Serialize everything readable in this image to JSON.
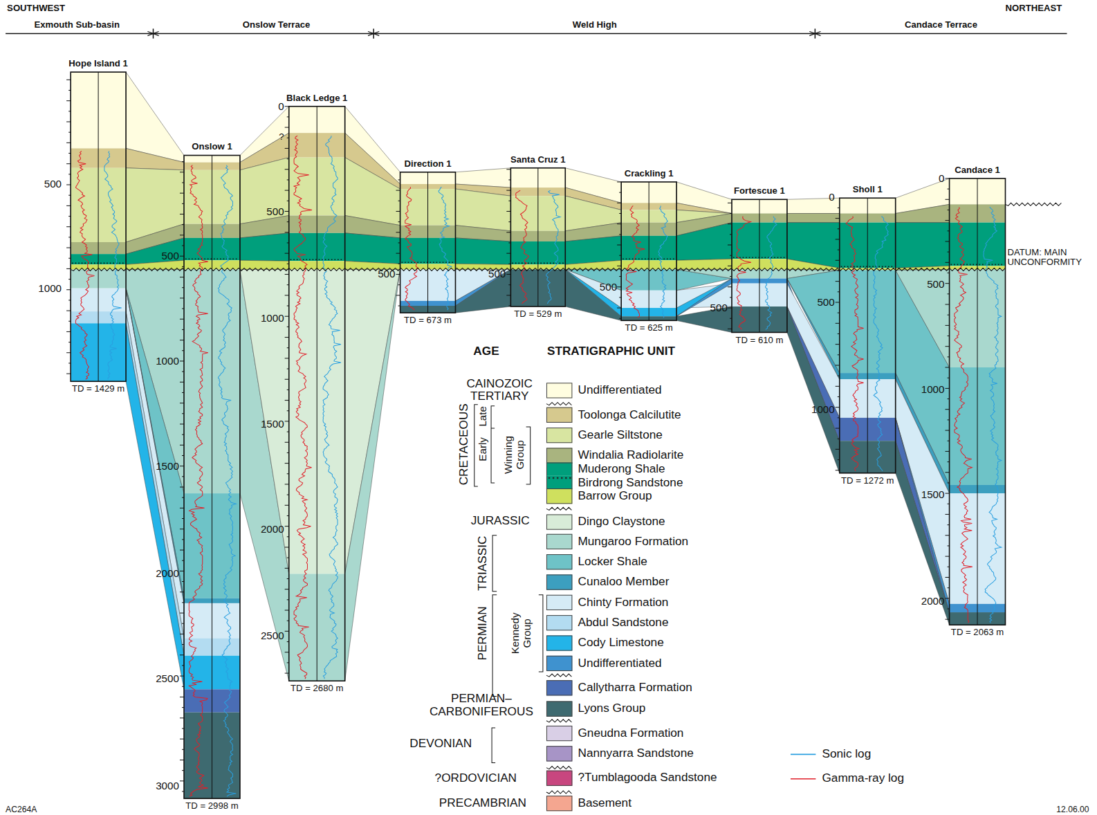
{
  "diagram": {
    "nodes": [
      {
        "text": [
          "Hope Island 1",
          "TD = 1429 m"
        ]
      },
      {
        "text": [
          "Onslow 1",
          "TD = 2998 m"
        ]
      },
      {
        "text": [
          "Black Ledge 1",
          "TD = 2680 m"
        ]
      },
      {
        "text": [
          "Direction 1",
          "TD = 673 m"
        ]
      },
      {
        "text": [
          "Santa Cruz 1",
          "TD = 529 m"
        ]
      },
      {
        "text": [
          "Crackling 1",
          "TD = 625 m"
        ]
      },
      {
        "text": [
          "Fortescue 1",
          "TD = 610 m"
        ]
      },
      {
        "text": [
          "Sholl 1",
          "TD = 1272 m"
        ]
      },
      {
        "text": [
          "Candace 1",
          "TD = 2063 m"
        ]
      }
    ],
    "labels": [
      "SOUTHWEST",
      "NORTHEAST",
      "Exmouth Sub-basin",
      "Onslow Terrace",
      "Weld High",
      "Candace Terrace",
      "DATUM: MAIN UNCONFORMITY",
      "500",
      "1000",
      "500",
      "1000",
      "1500",
      "2000",
      "2500",
      "3000",
      "0",
      "?",
      "500",
      "1000",
      "1500",
      "2000",
      "2500",
      "500",
      "500",
      "500",
      "500",
      "0",
      "500",
      "1000",
      "0",
      "500",
      "1000",
      "1500",
      "2000",
      "AGE",
      "STRATIGRAPHIC UNIT",
      "CAINOZOIC",
      "TERTIARY",
      "CRETACEOUS",
      "Late",
      "Early",
      "Winning Group",
      "JURASSIC",
      "TRIASSIC",
      "PERMIAN",
      "Kennedy Group",
      "PERMIAN– CARBONIFEROUS",
      "DEVONIAN",
      "?ORDOVICIAN",
      "PRECAMBRIAN",
      "AC264A",
      "12.06.00"
    ],
    "legend": [
      {
        "text": "Undifferentiated",
        "color": "#fffde0"
      },
      {
        "text": "Toolonga Calcilutite",
        "color": "#d6c98e"
      },
      {
        "text": "Gearle Siltstone",
        "color": "#d8e5a1"
      },
      {
        "text": "Windalia Radiolarite",
        "color": "#a9b47f"
      },
      {
        "text": "Muderong Shale",
        "color": "#009f7c"
      },
      {
        "text": "Birdrong Sandstone",
        "color": "#009f7c"
      },
      {
        "text": "Barrow Group",
        "color": "#cfe05e"
      },
      {
        "text": "Dingo Claystone",
        "color": "#d8ecd8"
      },
      {
        "text": "Mungaroo Formation",
        "color": "#a9d8ce"
      },
      {
        "text": "Locker Shale",
        "color": "#6ec3c7"
      },
      {
        "text": "Cunaloo Member",
        "color": "#3c9fbf"
      },
      {
        "text": "Chinty Formation",
        "color": "#d5ebf6"
      },
      {
        "text": "Abdul Sandstone",
        "color": "#b3dcf1"
      },
      {
        "text": "Cody Limestone",
        "color": "#23b4e8"
      },
      {
        "text": "Undifferentiated",
        "color": "#3f92cf"
      },
      {
        "text": "Callytharra Formation",
        "color": "#4a6db5"
      },
      {
        "text": "Lyons Group",
        "color": "#3e6a70"
      },
      {
        "text": "Gneudna Formation",
        "color": "#d9cfe6"
      },
      {
        "text": "Nannyarra Sandstone",
        "color": "#a794c6"
      },
      {
        "text": "?Tumblagooda Sandstone",
        "color": "#c8467f"
      },
      {
        "text": "Basement",
        "color": "#f4a690"
      },
      {
        "text": "Sonic log"
      },
      {
        "text": "Gamma-ray log"
      }
    ]
  }
}
